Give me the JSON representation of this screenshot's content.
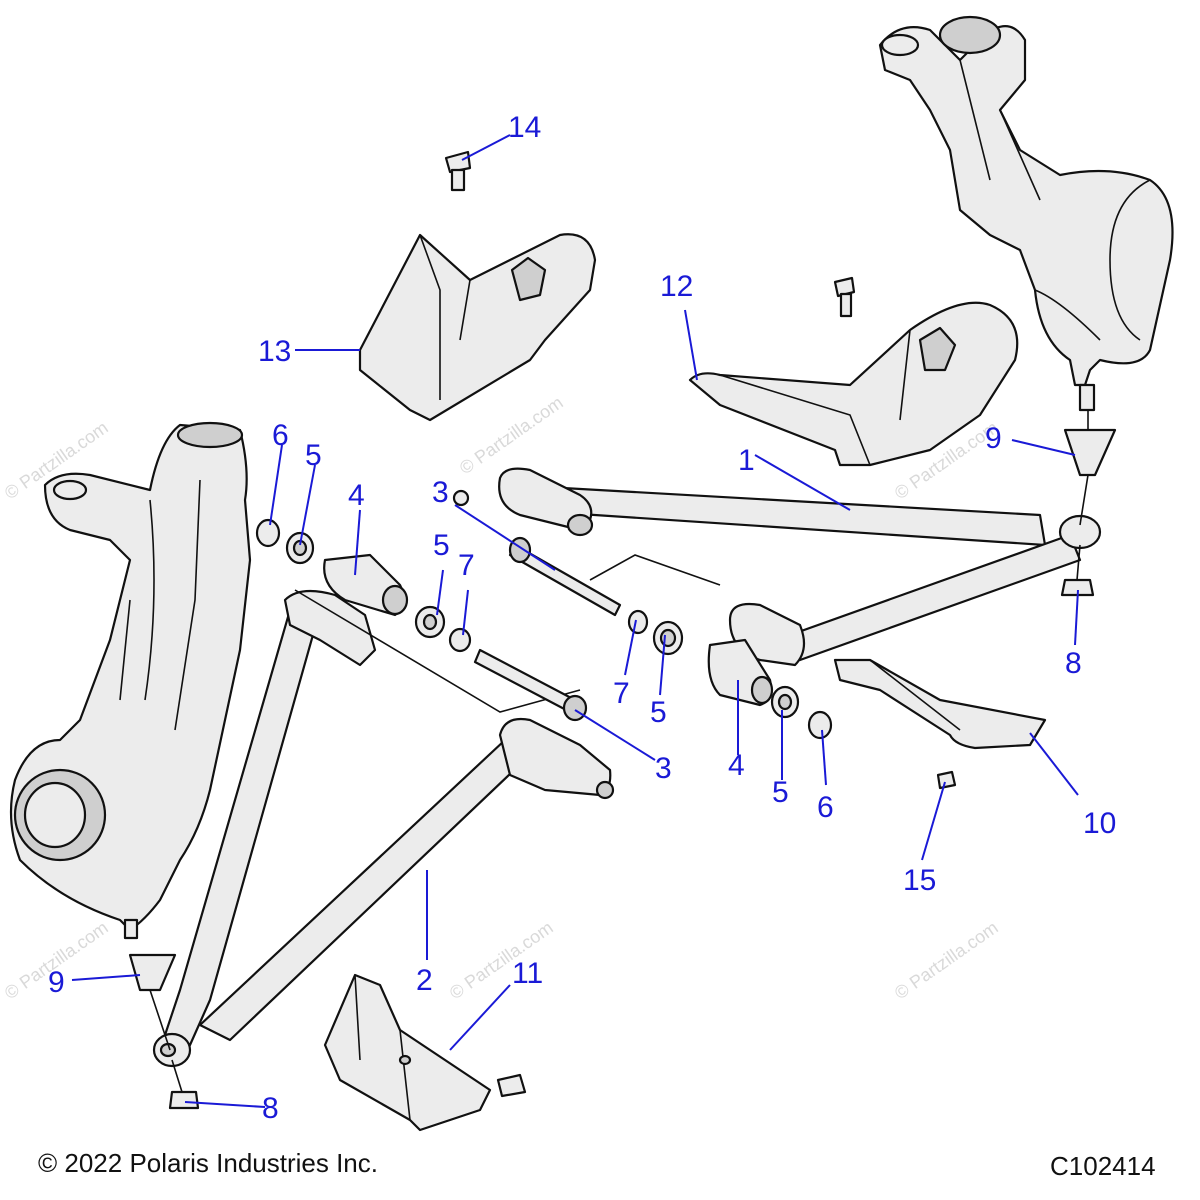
{
  "callouts": [
    {
      "id": "c1",
      "label": "1"
    },
    {
      "id": "c2",
      "label": "2"
    },
    {
      "id": "c3a",
      "label": "3"
    },
    {
      "id": "c3b",
      "label": "3"
    },
    {
      "id": "c4a",
      "label": "4"
    },
    {
      "id": "c4b",
      "label": "4"
    },
    {
      "id": "c5a",
      "label": "5"
    },
    {
      "id": "c5b",
      "label": "5"
    },
    {
      "id": "c5c",
      "label": "5"
    },
    {
      "id": "c5d",
      "label": "5"
    },
    {
      "id": "c6a",
      "label": "6"
    },
    {
      "id": "c6b",
      "label": "6"
    },
    {
      "id": "c7a",
      "label": "7"
    },
    {
      "id": "c7b",
      "label": "7"
    },
    {
      "id": "c8a",
      "label": "8"
    },
    {
      "id": "c8b",
      "label": "8"
    },
    {
      "id": "c9a",
      "label": "9"
    },
    {
      "id": "c9b",
      "label": "9"
    },
    {
      "id": "c10",
      "label": "10"
    },
    {
      "id": "c11",
      "label": "11"
    },
    {
      "id": "c12",
      "label": "12"
    },
    {
      "id": "c13",
      "label": "13"
    },
    {
      "id": "c14",
      "label": "14"
    },
    {
      "id": "c15",
      "label": "15"
    }
  ],
  "footer": {
    "copyright": "© 2022 Polaris Industries Inc.",
    "diagram_code": "C102414"
  },
  "watermark": "© Partzilla.com",
  "colors": {
    "callout": "#1a1ad6",
    "line_art": "#111111",
    "part_fill": "#ececec",
    "watermark": "#d9d9d9"
  }
}
